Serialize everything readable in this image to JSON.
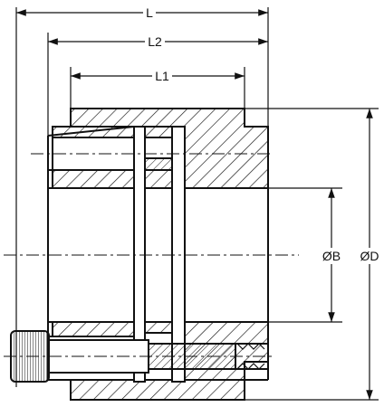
{
  "dimensions": {
    "overall_length": "L",
    "length_two": "L2",
    "length_one": "L1",
    "bore_diameter": "ØB",
    "outer_diameter": "ØD"
  },
  "colors": {
    "ink": "#111111",
    "background": "#ffffff"
  }
}
